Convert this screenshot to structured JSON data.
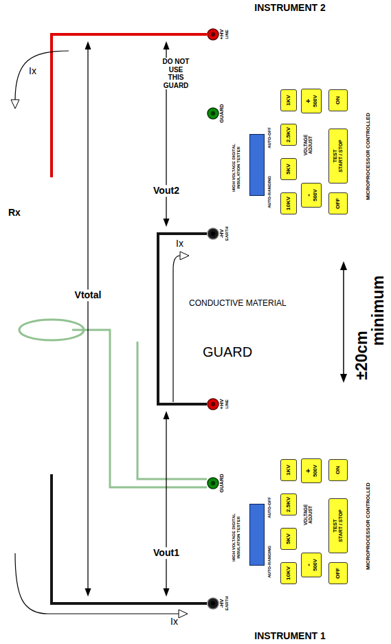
{
  "diagram": {
    "nodes": [
      {
        "text": [
          "INSTRUMENT 2",
          "HIGH VOLTAGE DIGITAL INSULATION TESTER",
          "AUTO-OFF",
          "AUTO-RANGING",
          "VOLTAGE ADJUST",
          "MICROPROCESSOR CONTROLLED"
        ]
      },
      {
        "text": [
          "+HV",
          "LINE"
        ],
        "in": 0
      },
      {
        "text": [
          "GUARD"
        ],
        "in": 0
      },
      {
        "text": [
          "-HV",
          "EARTH"
        ],
        "in": 0
      },
      {
        "text": [
          "1KV"
        ],
        "in": 0
      },
      {
        "text": [
          "2.5KV"
        ],
        "in": 0
      },
      {
        "text": [
          "5KV"
        ],
        "in": 0
      },
      {
        "text": [
          "10KV"
        ],
        "in": 0
      },
      {
        "text": [
          "+",
          "500V"
        ],
        "in": 0
      },
      {
        "text": [
          "-",
          "500V"
        ],
        "in": 0
      },
      {
        "text": [
          "ON"
        ],
        "in": 0
      },
      {
        "text": [
          "TEST",
          "START / STOP"
        ],
        "in": 0
      },
      {
        "text": [
          "OFF"
        ],
        "in": 0
      },
      {
        "text": [
          "Rx"
        ]
      },
      {
        "text": [
          "CONDUCTIVE MATERIAL",
          "GUARD"
        ]
      },
      {
        "text": [
          "INSTRUMENT 1",
          "HIGH VOLTAGE DIGITAL INSULATION TESTER",
          "AUTO-OFF",
          "AUTO-RANGING",
          "VOLTAGE ADJUST",
          "MICROPROCESSOR CONTROLLED"
        ]
      },
      {
        "text": [
          "+HV",
          "LINE"
        ],
        "in": 15
      },
      {
        "text": [
          "GUARD"
        ],
        "in": 15
      },
      {
        "text": [
          "-HV",
          "EARTH"
        ],
        "in": 15
      },
      {
        "text": [
          "1KV"
        ],
        "in": 15
      },
      {
        "text": [
          "2.5KV"
        ],
        "in": 15
      },
      {
        "text": [
          "5KV"
        ],
        "in": 15
      },
      {
        "text": [
          "10KV"
        ],
        "in": 15
      },
      {
        "text": [
          "+",
          "500V"
        ],
        "in": 15
      },
      {
        "text": [
          "-",
          "500V"
        ],
        "in": 15
      },
      {
        "text": [
          "ON"
        ],
        "in": 15
      },
      {
        "text": [
          "TEST",
          "START / STOP"
        ],
        "in": 15
      },
      {
        "text": [
          "OFF"
        ],
        "in": 15
      }
    ],
    "edges": [
      {
        "from": 1,
        "to": 13,
        "arrow": "none"
      },
      {
        "from": 3,
        "to": 16,
        "arrow": "none"
      },
      {
        "from": 13,
        "to": 18,
        "arrow": "none"
      },
      {
        "from": 13,
        "to": 17,
        "arrow": "none"
      },
      {
        "from": 14,
        "to": 17,
        "arrow": "none"
      }
    ],
    "labels": [
      "Ix",
      "DO NOT USE THIS GUARD",
      "Vout2",
      "Vtotal",
      "Ix",
      "±20cm",
      "minimum",
      "Vout1",
      "Ix"
    ]
  }
}
